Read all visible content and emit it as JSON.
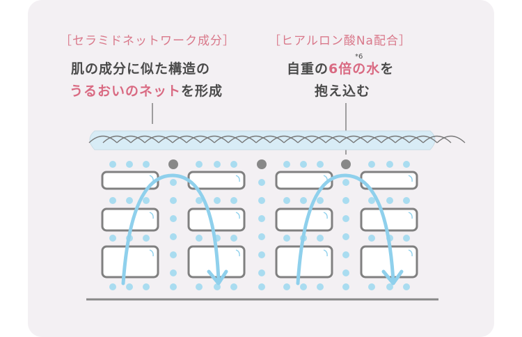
{
  "left": {
    "bracket_label": "［セラミドネットワーク成分］",
    "line1": "肌の成分に似た構造の",
    "line2_highlight": "うるおいのネット",
    "line2_rest": "を形成"
  },
  "right": {
    "bracket_label": "［ヒアルロン酸Na配合］",
    "line1_pre": "自重の",
    "line1_highlight": "6倍の水",
    "line1_post": "を",
    "footnote": "*6",
    "line2": "抱え込む"
  },
  "colors": {
    "panel_bg": "#f3f0f3",
    "accent_pink": "#d96a82",
    "water_blue": "#8fd0ec",
    "net_band": "#d8ecf6",
    "dot_gray": "#888888",
    "line_gray": "#888888"
  }
}
